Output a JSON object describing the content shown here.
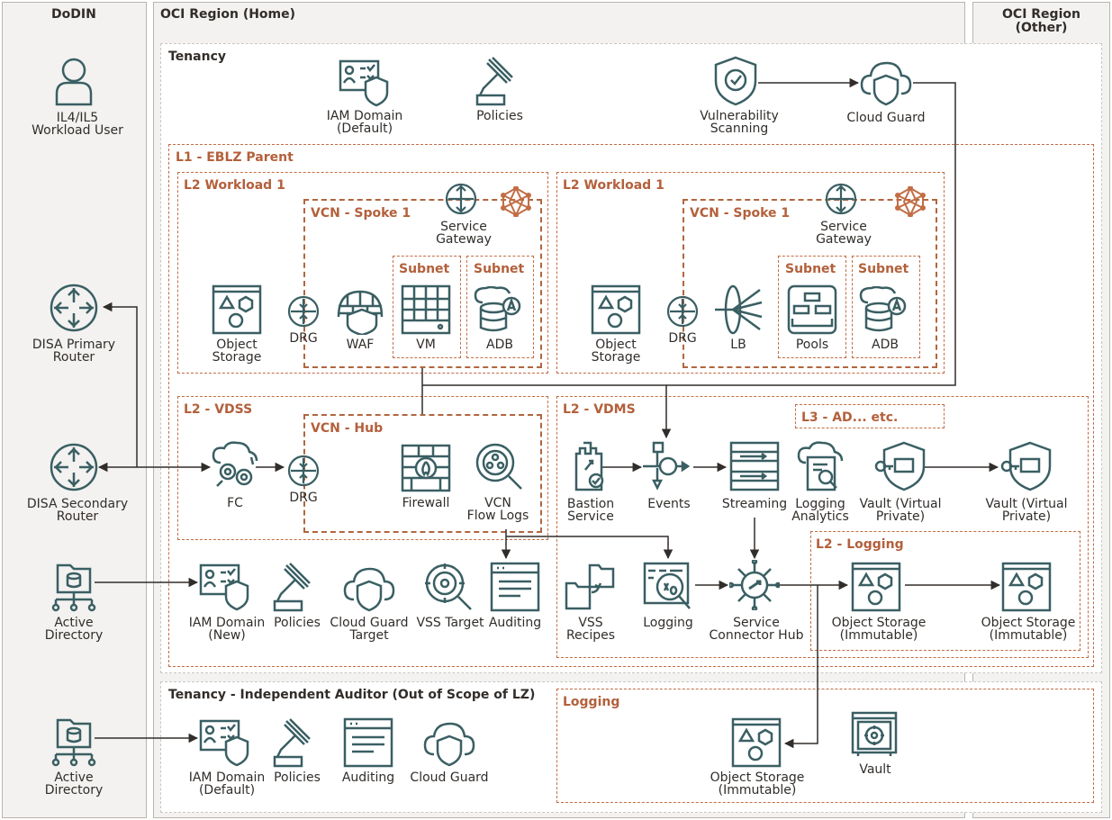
{
  "regions": {
    "dodin": "DoDIN",
    "home": "OCI Region (Home)",
    "other": "OCI Region\n(Other)"
  },
  "boxes": {
    "tenancy": "Tenancy",
    "l1": "L1 - EBLZ Parent",
    "w1": "L2 Workload 1",
    "w2": "L2 Workload 1",
    "vcn1": "VCN - Spoke 1",
    "vcn2": "VCN - Spoke 1",
    "sub1": "Subnet",
    "sub2": "Subnet",
    "sub3": "Subnet",
    "sub4": "Subnet",
    "vdss": "L2 - VDSS",
    "hub": "VCN - Hub",
    "vdms": "L2 - VDMS",
    "l3": "L3 - AD... etc.",
    "l2log": "L2 - Logging",
    "auditor": "Tenancy - Independent Auditor (Out of Scope of LZ)",
    "auditLog": "Logging"
  },
  "labels": {
    "user": "IL4/IL5\nWorkload User",
    "dprim": "DISA Primary\nRouter",
    "dsec": "DISA Secondary\nRouter",
    "ad1": "Active\nDirectory",
    "ad2": "Active\nDirectory",
    "iamDef": "IAM Domain\n(Default)",
    "pol": "Policies",
    "vuln": "Vulnerability\nScanning",
    "cg": "Cloud Guard",
    "sg1": "Service\nGateway",
    "sg2": "Service\nGateway",
    "os1": "Object\nStorage",
    "drg1": "DRG",
    "waf": "WAF",
    "vm": "VM",
    "adb1": "ADB",
    "os2": "Object\nStorage",
    "drg2": "DRG",
    "lb": "LB",
    "pools": "Pools",
    "adb2": "ADB",
    "fc": "FC",
    "drg3": "DRG",
    "fw": "Firewall",
    "vcnfl": "VCN\nFlow Logs",
    "bastion": "Bastion\nService",
    "events": "Events",
    "stream": "Streaming",
    "logan": "Logging\nAnalytics",
    "vault1": "Vault (Virtual\nPrivate)",
    "vault2": "Vault (Virtual\nPrivate)",
    "iamNew": "IAM Domain\n(New)",
    "pol2": "Policies",
    "cgt": "Cloud Guard\nTarget",
    "vsst": "VSS Target",
    "audit1": "Auditing",
    "vssr": "VSS\nRecipes",
    "logging": "Logging",
    "sch": "Service\nConnector Hub",
    "osi1": "Object Storage\n(Immutable)",
    "osi2": "Object Storage\n(Immutable)",
    "iamDef2": "IAM Domain\n(Default)",
    "pol3": "Policies",
    "audit2": "Auditing",
    "cg2": "Cloud Guard",
    "osi3": "Object Storage\n(Immutable)",
    "vault3": "Vault"
  },
  "colors": {
    "icon": "#3a5f63",
    "accent": "#b3603b",
    "line": "#312d2a"
  }
}
